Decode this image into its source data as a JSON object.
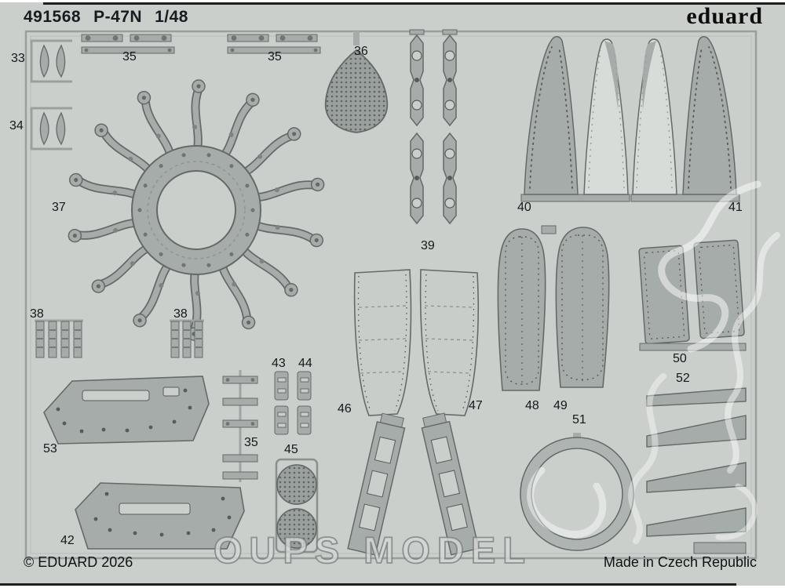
{
  "header": {
    "code": "491568",
    "name": "P-47N",
    "scale": "1/48",
    "brand": "eduard"
  },
  "footer": {
    "copyright": "© EDUARD 2026",
    "origin": "Made in Czech Republic"
  },
  "watermark": {
    "text": "OUPS MODEL"
  },
  "colors": {
    "sheet": "#cbcfcc",
    "part": "#a6aca9",
    "part_light": "#d8dcd9",
    "outline": "#646a68",
    "text": "#15181b"
  },
  "sheet": {
    "labels": [
      {
        "text": "33"
      },
      {
        "text": "34"
      },
      {
        "text": "35"
      },
      {
        "text": "35"
      },
      {
        "text": "36"
      },
      {
        "text": "37"
      },
      {
        "text": "38"
      },
      {
        "text": "38"
      },
      {
        "text": "39"
      },
      {
        "text": "40"
      },
      {
        "text": "41"
      },
      {
        "text": "42"
      },
      {
        "text": "43"
      },
      {
        "text": "44"
      },
      {
        "text": "45"
      },
      {
        "text": "35"
      },
      {
        "text": "46"
      },
      {
        "text": "47"
      },
      {
        "text": "48"
      },
      {
        "text": "49"
      },
      {
        "text": "50"
      },
      {
        "text": "51"
      },
      {
        "text": "52"
      },
      {
        "text": "53"
      }
    ]
  }
}
